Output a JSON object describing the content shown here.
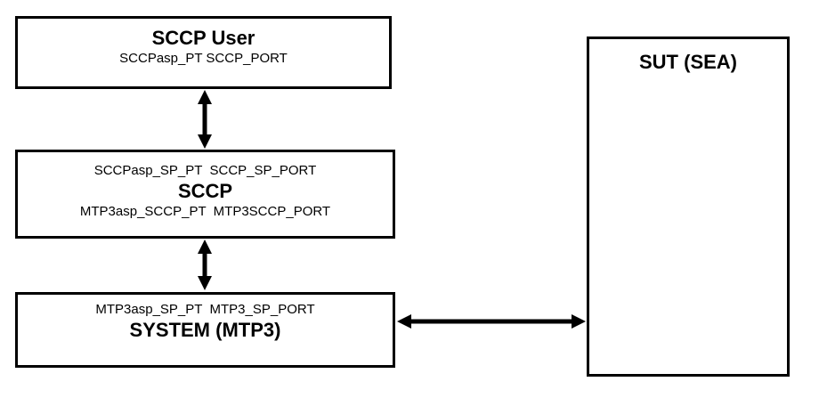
{
  "diagram": {
    "background_color": "#ffffff",
    "line_color": "#000000",
    "boxes": {
      "sccp_user": {
        "title": "SCCP User",
        "ports": "SCCPasp_PT SCCP_PORT"
      },
      "sccp": {
        "upper_ports": "SCCPasp_SP_PT  SCCP_SP_PORT",
        "title": "SCCP",
        "lower_ports": "MTP3asp_SCCP_PT  MTP3SCCP_PORT"
      },
      "system_mtp3": {
        "upper_ports": "MTP3asp_SP_PT  MTP3_SP_PORT",
        "title": "SYSTEM (MTP3)"
      },
      "sut": {
        "title": "SUT (SEA)"
      }
    },
    "arrows": [
      {
        "id": "arrow-user-sccp",
        "type": "double-headed-vertical",
        "connects": [
          "sccp_user",
          "sccp"
        ]
      },
      {
        "id": "arrow-sccp-system",
        "type": "double-headed-vertical",
        "connects": [
          "sccp",
          "system_mtp3"
        ]
      },
      {
        "id": "arrow-system-sut",
        "type": "double-headed-horizontal",
        "connects": [
          "system_mtp3",
          "sut"
        ]
      }
    ]
  }
}
